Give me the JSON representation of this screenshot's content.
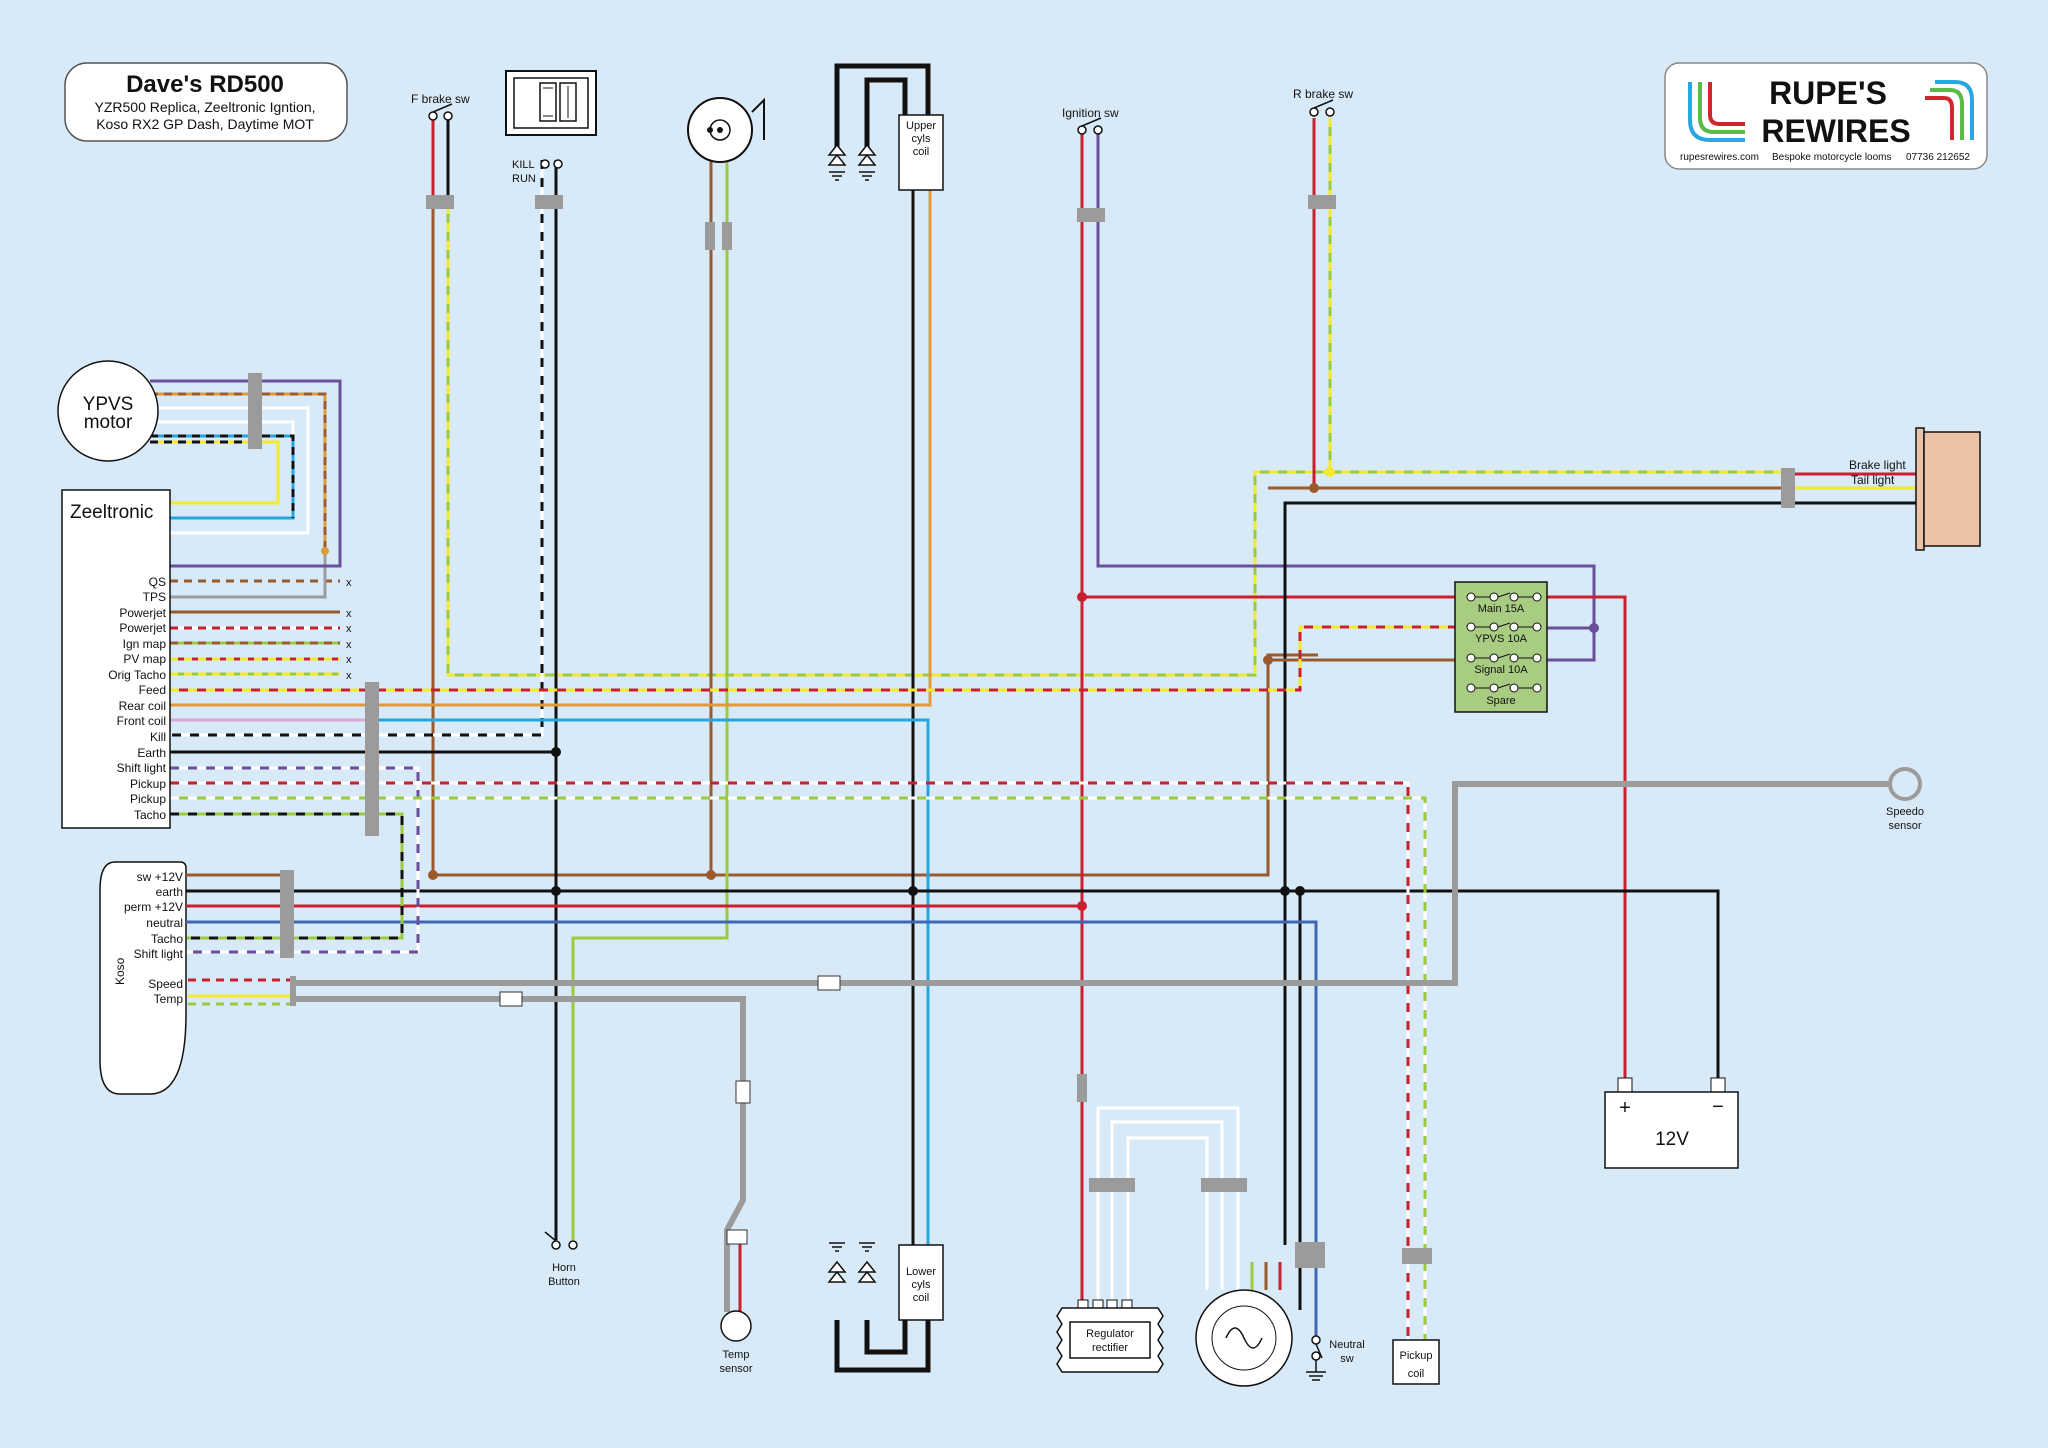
{
  "title_box": {
    "title": "Dave's RD500",
    "subtitle_lines": [
      "YZR500 Replica, Zeeltronic Igntion,",
      "Koso RX2 GP Dash, Daytime MOT"
    ]
  },
  "logo": {
    "name_line1": "RUPE'S",
    "name_line2": "REWIRES",
    "website": "rupesrewires.com",
    "tagline": "Bespoke motorcycle looms",
    "phone": "07736 212652"
  },
  "components": {
    "ypvs_motor_line1": "YPVS",
    "ypvs_motor_line2": "motor",
    "zeeltronic": "Zeeltronic",
    "f_brake_sw": "F brake sw",
    "r_brake_sw": "R brake sw",
    "ignition_sw": "Ignition sw",
    "kill": "KILL",
    "run": "RUN",
    "upper_coil_lines": [
      "Upper",
      "cyls",
      "coil"
    ],
    "lower_coil_lines": [
      "Lower",
      "cyls",
      "coil"
    ],
    "horn_button_lines": [
      "Horn",
      "Button"
    ],
    "temp_sensor_lines": [
      "Temp",
      "sensor"
    ],
    "regulator_lines": [
      "Regulator",
      "rectifier"
    ],
    "neutral_sw_lines": [
      "Neutral",
      "sw"
    ],
    "pickup_coil_lines": [
      "Pickup",
      "coil"
    ],
    "speedo_sensor_lines": [
      "Speedo",
      "sensor"
    ],
    "brake_light": "Brake light",
    "tail_light": "Tail light",
    "battery_label": "12V",
    "battery_plus": "+",
    "battery_minus": "−",
    "koso": "Koso"
  },
  "fuses": [
    "Main 15A",
    "YPVS 10A",
    "Signal 10A",
    "Spare"
  ],
  "zeeltronic_pins": [
    {
      "label": "QS",
      "nc": "x"
    },
    {
      "label": "TPS",
      "nc": ""
    },
    {
      "label": "Powerjet",
      "nc": "x"
    },
    {
      "label": "Powerjet",
      "nc": "x"
    },
    {
      "label": "Ign map",
      "nc": "x"
    },
    {
      "label": "PV map",
      "nc": "x"
    },
    {
      "label": "Orig Tacho",
      "nc": "x"
    },
    {
      "label": "Feed",
      "nc": ""
    },
    {
      "label": "Rear coil",
      "nc": ""
    },
    {
      "label": "Front coil",
      "nc": ""
    },
    {
      "label": "Kill",
      "nc": ""
    },
    {
      "label": "Earth",
      "nc": ""
    },
    {
      "label": "Shift light",
      "nc": ""
    },
    {
      "label": "Pickup",
      "nc": ""
    },
    {
      "label": "Pickup",
      "nc": ""
    },
    {
      "label": "Tacho",
      "nc": ""
    }
  ],
  "koso_pins": [
    "sw +12V",
    "earth",
    "perm +12V",
    "neutral",
    "Tacho",
    "Shift light",
    "Speed",
    "Temp"
  ],
  "colors": {
    "background": "#d8eaf8",
    "red": "#c8202f",
    "black": "#111111",
    "brown": "#9a5a2e",
    "orange": "#e09a3c",
    "yellow": "#f2ea2a",
    "green": "#9cc93e",
    "blue": "#24a5e0",
    "dark_blue": "#3f66b3",
    "purple": "#6a4f9a",
    "grey": "#9b9b9b",
    "pink": "#e0a8d8",
    "white": "#ffffff",
    "fuse_box": "#a8cc82",
    "tail_lamp": "#edc3a8"
  }
}
